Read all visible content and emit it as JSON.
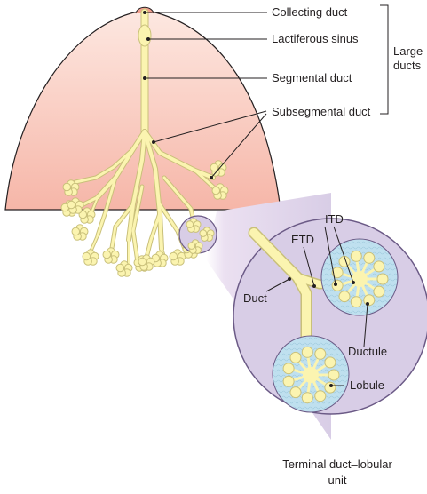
{
  "labels": {
    "collecting_duct": "Collecting duct",
    "lactiferous_sinus": "Lactiferous sinus",
    "segmental_duct": "Segmental duct",
    "subsegmental_duct": "Subsegmental duct",
    "large_ducts_line1": "Large",
    "large_ducts_line2": "ducts",
    "itd": "ITD",
    "etd": "ETD",
    "duct": "Duct",
    "ductule": "Ductule",
    "lobule": "Lobule",
    "tdlu_line1": "Terminal duct–lobular",
    "tdlu_line2": "unit"
  },
  "colors": {
    "breast_top": "#fde8e1",
    "breast_bottom": "#f6b6a8",
    "duct_fill": "#fbf4b0",
    "duct_edge": "#c9c07a",
    "tdlu_fill": "#d8cde6",
    "tdlu_edge": "#6b5a86",
    "lobule_fill": "#bfe0ef"
  }
}
